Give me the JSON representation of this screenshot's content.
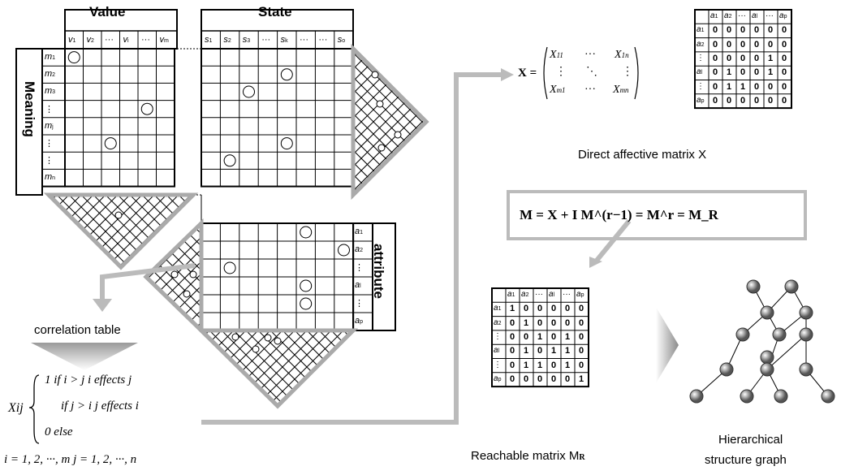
{
  "value_header": "Value",
  "state_header": "State",
  "meaning_label": "Meaning",
  "attribute_label": "attribute",
  "value_cols": [
    "v1",
    "v2",
    "···",
    "vi",
    "···",
    "vm"
  ],
  "state_cols": [
    "s1",
    "s2",
    "s3",
    "···",
    "sk",
    "···",
    "···",
    "so"
  ],
  "meaning_rows": [
    "m1",
    "m2",
    "m3",
    "⋮",
    "mj",
    "⋮",
    "⋮",
    "mn"
  ],
  "attr_rows": [
    "a1",
    "a2",
    "⋮",
    "al",
    "⋮",
    "ap"
  ],
  "correlation_table": "correlation table",
  "direct_matrix_caption": "Direct affective matrix X",
  "reachable_caption": "Reachable matrix M",
  "reachable_caption_sub": "R",
  "hierarchy_caption_1": "Hierarchical",
  "hierarchy_caption_2": "structure graph",
  "matrix_X_label": "X =",
  "formula_box": "M = X + I    M^(r−1) = M^r = M_R",
  "xij_def": {
    "lhs": "Xij",
    "case1": "1  if  i > j    i effects j",
    "case2": "if  j > i    j effects i",
    "case3": "0  else",
    "range": "i = 1, 2, ···, m     j = 1, 2, ···, n"
  },
  "direct_matrix": {
    "cols": [
      "a1",
      "a2",
      "···",
      "al",
      "···",
      "ap"
    ],
    "rows": [
      "a1",
      "a2",
      "⋮",
      "al",
      "⋮",
      "ap"
    ],
    "values": [
      [
        0,
        0,
        0,
        0,
        0,
        0
      ],
      [
        0,
        0,
        0,
        0,
        0,
        0
      ],
      [
        0,
        0,
        0,
        0,
        1,
        0
      ],
      [
        0,
        1,
        0,
        0,
        1,
        0
      ],
      [
        0,
        1,
        1,
        0,
        0,
        0
      ],
      [
        0,
        0,
        0,
        0,
        0,
        0
      ]
    ]
  },
  "reachable_matrix": {
    "cols": [
      "a1",
      "a2",
      "···",
      "al",
      "···",
      "ap"
    ],
    "rows": [
      "a1",
      "a2",
      "⋮",
      "al",
      "⋮",
      "ap"
    ],
    "values": [
      [
        1,
        0,
        0,
        0,
        0,
        0
      ],
      [
        0,
        1,
        0,
        0,
        0,
        0
      ],
      [
        0,
        0,
        1,
        0,
        1,
        0
      ],
      [
        0,
        1,
        0,
        1,
        1,
        0
      ],
      [
        0,
        1,
        1,
        0,
        1,
        0
      ],
      [
        0,
        0,
        0,
        0,
        0,
        1
      ]
    ]
  }
}
